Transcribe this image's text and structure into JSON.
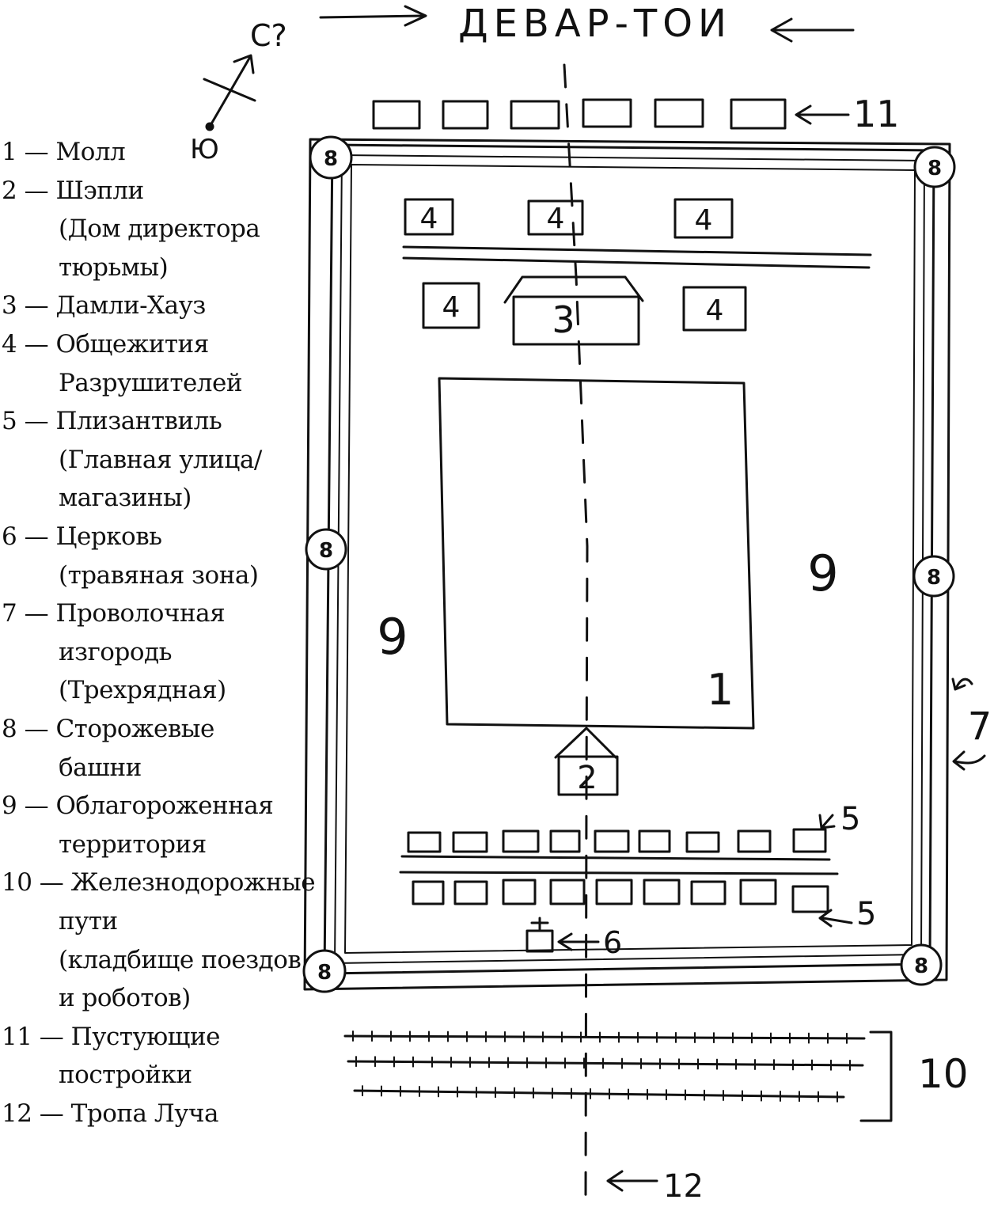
{
  "title": "ДЕВАР-ТОИ",
  "compass": {
    "north": "С?",
    "south": "Ю"
  },
  "map_labels": {
    "mall": "1",
    "warden_house": "2",
    "dumley_house": "3",
    "dorm": "4",
    "shops": "5",
    "church": "6",
    "fence": "7",
    "tower": "8",
    "grounds": "9",
    "tracks": "10",
    "vacant": "11",
    "ray_trail": "12"
  },
  "legend": [
    {
      "num": "1",
      "text": "Молл"
    },
    {
      "num": "2",
      "text": "Шэпли"
    },
    {
      "num": "",
      "text": "(Дом директора"
    },
    {
      "num": "",
      "text": "тюрьмы)"
    },
    {
      "num": "3",
      "text": "Дамли-Хауз"
    },
    {
      "num": "4",
      "text": "Общежития"
    },
    {
      "num": "",
      "text": "Разрушителей"
    },
    {
      "num": "5",
      "text": "Плизантвиль"
    },
    {
      "num": "",
      "text": "(Главная улица/"
    },
    {
      "num": "",
      "text": "магазины)"
    },
    {
      "num": "6",
      "text": "Церковь"
    },
    {
      "num": "",
      "text": "(травяная зона)"
    },
    {
      "num": "7",
      "text": "Проволочная"
    },
    {
      "num": "",
      "text": "изгородь"
    },
    {
      "num": "",
      "text": "(Трехрядная)"
    },
    {
      "num": "8",
      "text": "Сторожевые"
    },
    {
      "num": "",
      "text": "башни"
    },
    {
      "num": "9",
      "text": "Облагороженная"
    },
    {
      "num": "",
      "text": "территория"
    },
    {
      "num": "10",
      "text": "Железнодорожные"
    },
    {
      "num": "",
      "text": "пути"
    },
    {
      "num": "",
      "text": "(кладбище поездов"
    },
    {
      "num": "",
      "text": "и роботов)"
    },
    {
      "num": "11",
      "text": "Пустующие"
    },
    {
      "num": "",
      "text": "постройки"
    },
    {
      "num": "12",
      "text": "Тропа Луча"
    }
  ],
  "colors": {
    "ink": "#111111",
    "paper": "#ffffff"
  }
}
